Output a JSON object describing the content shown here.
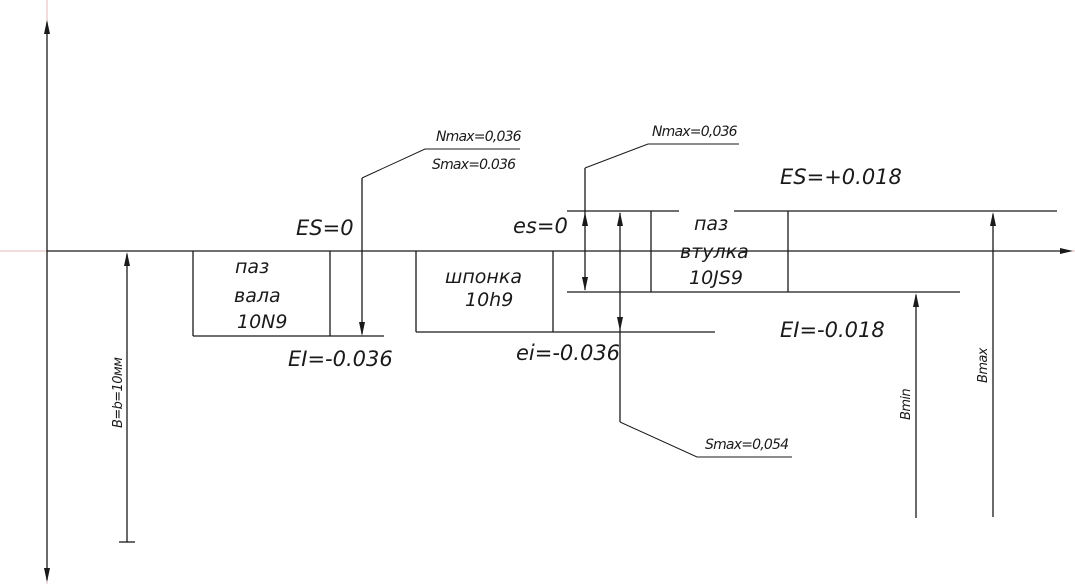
{
  "labels": {
    "shaft_slot_es": "ES=0",
    "shaft_slot_ei": "EI=-0.036",
    "shaft_slot_line1": "паз",
    "shaft_slot_line2": "вала",
    "shaft_slot_line3": "10N9",
    "key_es": "es=0",
    "key_ei": "ei=-0.036",
    "key_line1": "шпонка",
    "key_line2": "10h9",
    "hub_slot_es": "ES=+0.018",
    "hub_slot_ei": "EI=-0.018",
    "hub_slot_line1": "паз",
    "hub_slot_line2": "втулка",
    "hub_slot_line3": "10JS9",
    "left_nmax": "Nmax=0,036",
    "left_smax": "Smax=0.036",
    "right_nmax": "Nmax=0,036",
    "right_smax": "Smax=0,054",
    "nominal_size": "B=b=10мм",
    "bmin": "Bmin",
    "bmax": "Bmax"
  }
}
